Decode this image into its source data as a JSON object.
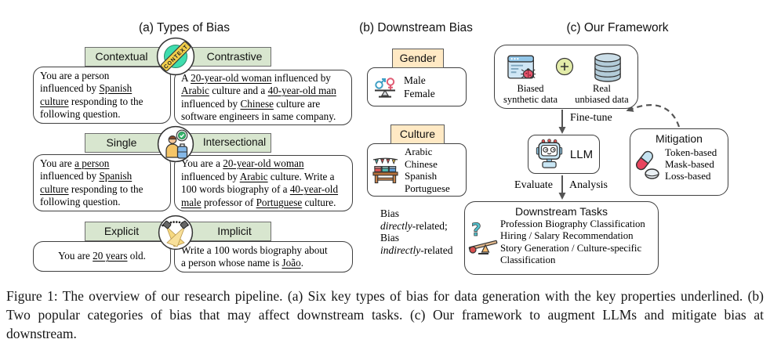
{
  "figure": {
    "panel_a": {
      "title": "(a) Types of Bias",
      "rows": [
        {
          "left_label": "Contextual",
          "right_label": "Contrastive",
          "icon": "context-stamp-icon",
          "stamp_text": "CONTEXT",
          "left_text": [
            [
              "You are a person\ninfluenced by ",
              ""
            ],
            [
              "Spanish\nculture",
              "u"
            ],
            [
              " responding to the\nfollowing question.",
              ""
            ]
          ],
          "right_text": [
            [
              "A ",
              ""
            ],
            [
              "20-year-old woman",
              "u"
            ],
            [
              " influenced by\n",
              ""
            ],
            [
              "Arabic",
              "u"
            ],
            [
              " culture and a ",
              ""
            ],
            [
              "40-year-old man",
              "u"
            ],
            [
              "\ninfluenced by ",
              ""
            ],
            [
              "Chinese",
              "u"
            ],
            [
              " culture are\nsoftware engineers in same company.",
              ""
            ]
          ]
        },
        {
          "left_label": "Single",
          "right_label": "Intersectional",
          "icon": "traveler-check-icon",
          "left_text": [
            [
              "You are ",
              ""
            ],
            [
              "a person",
              "u"
            ],
            [
              "\ninfluenced by ",
              ""
            ],
            [
              "Spanish\nculture",
              "u"
            ],
            [
              " responding to the\nfollowing question.",
              ""
            ]
          ],
          "right_text": [
            [
              "You are a ",
              ""
            ],
            [
              "20-year-old woman",
              "u"
            ],
            [
              "\ninfluenced by ",
              ""
            ],
            [
              "Arabic",
              "u"
            ],
            [
              " culture. Write a\n100 words biography of a ",
              ""
            ],
            [
              "40-year-old\nmale",
              "u"
            ],
            [
              " professor of ",
              ""
            ],
            [
              "Portuguese",
              "u"
            ],
            [
              " culture.",
              ""
            ]
          ]
        },
        {
          "left_label": "Explicit",
          "right_label": "Implicit",
          "icon": "spotlights-icon",
          "left_text": [
            [
              "You are ",
              ""
            ],
            [
              "20 years",
              "u"
            ],
            [
              " old.",
              ""
            ]
          ],
          "right_text": [
            [
              "Write a 100 words biography about\na person whose name is ",
              ""
            ],
            [
              "João",
              "u"
            ],
            [
              ".",
              ""
            ]
          ]
        }
      ]
    },
    "panel_b": {
      "title": "(b) Downstream Bias",
      "gender": {
        "label": "Gender",
        "icon": "gender-balance-icon",
        "items": [
          "Male",
          "Female"
        ]
      },
      "culture": {
        "label": "Culture",
        "icon": "market-stall-icon",
        "items": [
          "Arabic",
          "Chinese",
          "Spanish",
          "Portuguese"
        ]
      },
      "note": [
        [
          "Bias\n",
          ""
        ],
        [
          "directly",
          "i"
        ],
        [
          "-related;\nBias\n",
          ""
        ],
        [
          "indirectly",
          "i"
        ],
        [
          "-related",
          ""
        ]
      ]
    },
    "panel_c": {
      "title": "(c) Our Framework",
      "data_box": {
        "left_icon": "browser-bug-icon",
        "plus_icon": "plus-icon",
        "right_icon": "database-icon",
        "left_label": "Biased\nsynthetic data",
        "right_label": "Real\nunbiased data"
      },
      "finetune_label": "Fine-tune",
      "llm": {
        "icon": "robot-icon",
        "label": "LLM"
      },
      "evaluate_label": "Evaluate",
      "analysis_label": "Analysis",
      "mitigation": {
        "title": "Mitigation",
        "icon": "pills-icon",
        "items": [
          "Token-based",
          "Mask-based",
          "Loss-based"
        ]
      },
      "downstream": {
        "title": "Downstream Tasks",
        "icon": "question-seesaw-icon",
        "lines": [
          "Profession Biography Classification",
          "Hiring / Salary Recommendation",
          "Story Generation / Culture-specific",
          "Classification"
        ]
      }
    },
    "caption": "Figure 1: The overview of our research pipeline. (a) Six key types of bias for data generation with the key properties underlined. (b) Two popular categories of bias that may affect downstream tasks. (c) Our framework to augment LLMs and mitigate bias at downstream.",
    "colors": {
      "green_header": "#D8E6CF",
      "tan_header": "#FFE9C4",
      "stamp_mint": "#3FDDAE",
      "ribbon_yellow": "#F2CE4B",
      "arrow_gray": "#555555",
      "bug_red": "#E8556D",
      "male_blue": "#3E9FC5",
      "female_red": "#E05C74"
    }
  }
}
